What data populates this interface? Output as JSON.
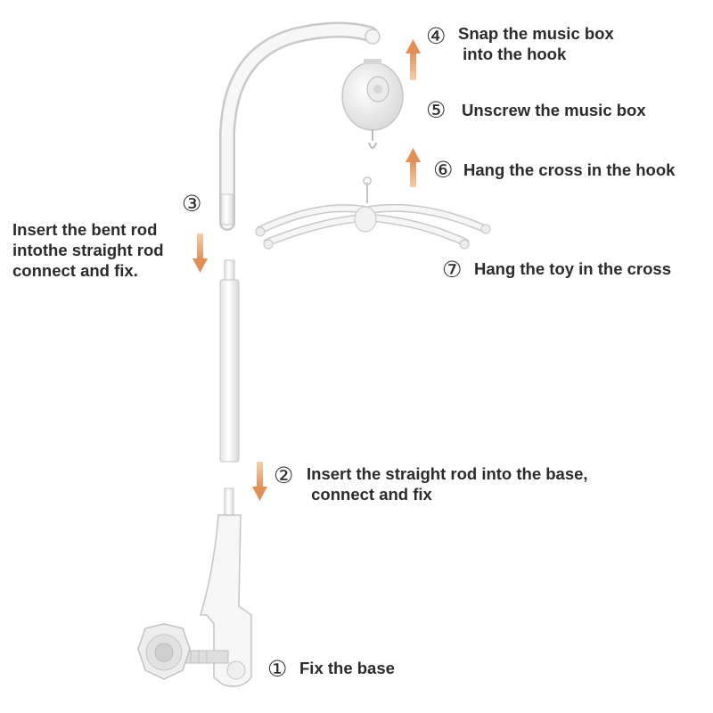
{
  "steps": [
    {
      "marker": "①",
      "lines": [
        "Fix the base"
      ]
    },
    {
      "marker": "②",
      "lines": [
        "Insert the straight rod into the base,",
        " connect and fix"
      ]
    },
    {
      "marker": "③",
      "lines": [
        "Insert the bent rod",
        "intothe straight rod",
        "connect and fix."
      ]
    },
    {
      "marker": "④",
      "lines": [
        "Snap the music box",
        " into the hook"
      ]
    },
    {
      "marker": "⑤",
      "lines": [
        "Unscrew the music box"
      ]
    },
    {
      "marker": "⑥",
      "lines": [
        "Hang the cross in the hook"
      ]
    },
    {
      "marker": "⑦",
      "lines": [
        "Hang the toy in the cross"
      ]
    }
  ],
  "colors": {
    "arrow": "#e9a774",
    "part_fill": "#f7f7f7",
    "part_stroke": "#bdbdbd",
    "text": "#2b2b2b"
  },
  "icons": [
    "arrow-up-icon",
    "arrow-down-icon"
  ]
}
